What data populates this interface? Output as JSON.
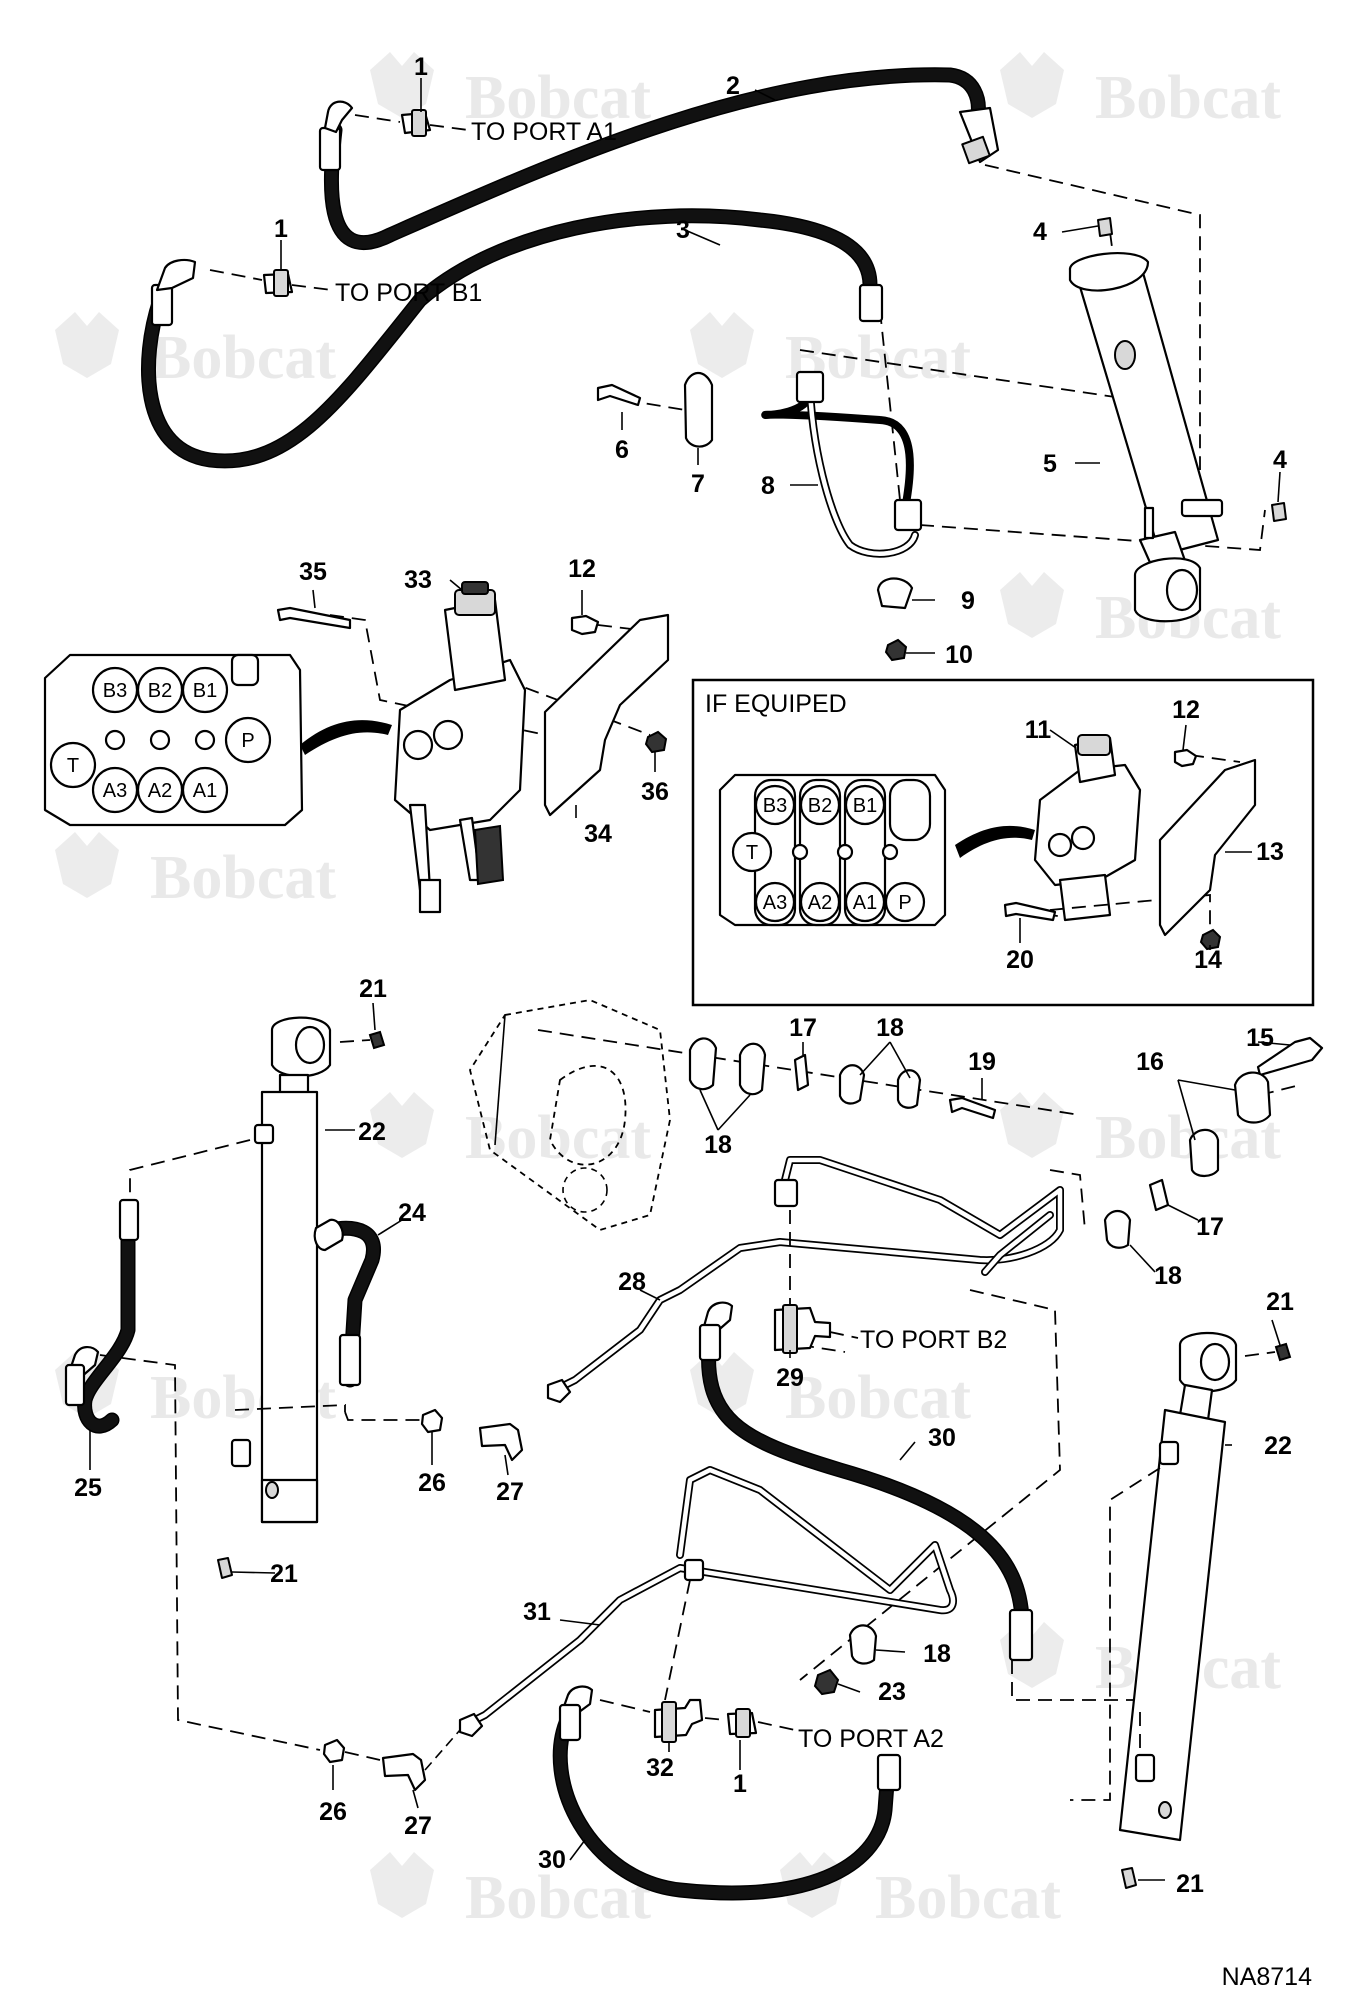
{
  "watermark": {
    "brand": "Bobcat",
    "logo_icon": "bobcat-logo-icon"
  },
  "port_labels": {
    "a1": "TO PORT A1",
    "b1": "TO PORT B1",
    "b2": "TO PORT B2",
    "a2": "TO PORT A2"
  },
  "inset": {
    "title": "IF EQUIPED"
  },
  "valve_ports": [
    "B3",
    "B2",
    "B1",
    "T",
    "P",
    "A3",
    "A2",
    "A1"
  ],
  "callouts": [
    {
      "id": "c1a",
      "text": "1"
    },
    {
      "id": "c1b",
      "text": "1"
    },
    {
      "id": "c1c",
      "text": "1"
    },
    {
      "id": "c2",
      "text": "2"
    },
    {
      "id": "c3",
      "text": "3"
    },
    {
      "id": "c4a",
      "text": "4"
    },
    {
      "id": "c4b",
      "text": "4"
    },
    {
      "id": "c5",
      "text": "5"
    },
    {
      "id": "c6",
      "text": "6"
    },
    {
      "id": "c7",
      "text": "7"
    },
    {
      "id": "c8",
      "text": "8"
    },
    {
      "id": "c9",
      "text": "9"
    },
    {
      "id": "c10",
      "text": "10"
    },
    {
      "id": "c11",
      "text": "11"
    },
    {
      "id": "c12a",
      "text": "12"
    },
    {
      "id": "c12b",
      "text": "12"
    },
    {
      "id": "c13",
      "text": "13"
    },
    {
      "id": "c14",
      "text": "14"
    },
    {
      "id": "c15",
      "text": "15"
    },
    {
      "id": "c16",
      "text": "16"
    },
    {
      "id": "c17a",
      "text": "17"
    },
    {
      "id": "c17b",
      "text": "17"
    },
    {
      "id": "c18a",
      "text": "18"
    },
    {
      "id": "c18b",
      "text": "18"
    },
    {
      "id": "c18c",
      "text": "18"
    },
    {
      "id": "c18d",
      "text": "18"
    },
    {
      "id": "c19",
      "text": "19"
    },
    {
      "id": "c20",
      "text": "20"
    },
    {
      "id": "c21a",
      "text": "21"
    },
    {
      "id": "c21b",
      "text": "21"
    },
    {
      "id": "c21c",
      "text": "21"
    },
    {
      "id": "c21d",
      "text": "21"
    },
    {
      "id": "c22a",
      "text": "22"
    },
    {
      "id": "c22b",
      "text": "22"
    },
    {
      "id": "c23",
      "text": "23"
    },
    {
      "id": "c24",
      "text": "24"
    },
    {
      "id": "c25",
      "text": "25"
    },
    {
      "id": "c26a",
      "text": "26"
    },
    {
      "id": "c26b",
      "text": "26"
    },
    {
      "id": "c27a",
      "text": "27"
    },
    {
      "id": "c27b",
      "text": "27"
    },
    {
      "id": "c28",
      "text": "28"
    },
    {
      "id": "c29",
      "text": "29"
    },
    {
      "id": "c30a",
      "text": "30"
    },
    {
      "id": "c30b",
      "text": "30"
    },
    {
      "id": "c31",
      "text": "31"
    },
    {
      "id": "c32",
      "text": "32"
    },
    {
      "id": "c33",
      "text": "33"
    },
    {
      "id": "c34",
      "text": "34"
    },
    {
      "id": "c35",
      "text": "35"
    },
    {
      "id": "c36",
      "text": "36"
    }
  ],
  "reference_code": "NA8714"
}
